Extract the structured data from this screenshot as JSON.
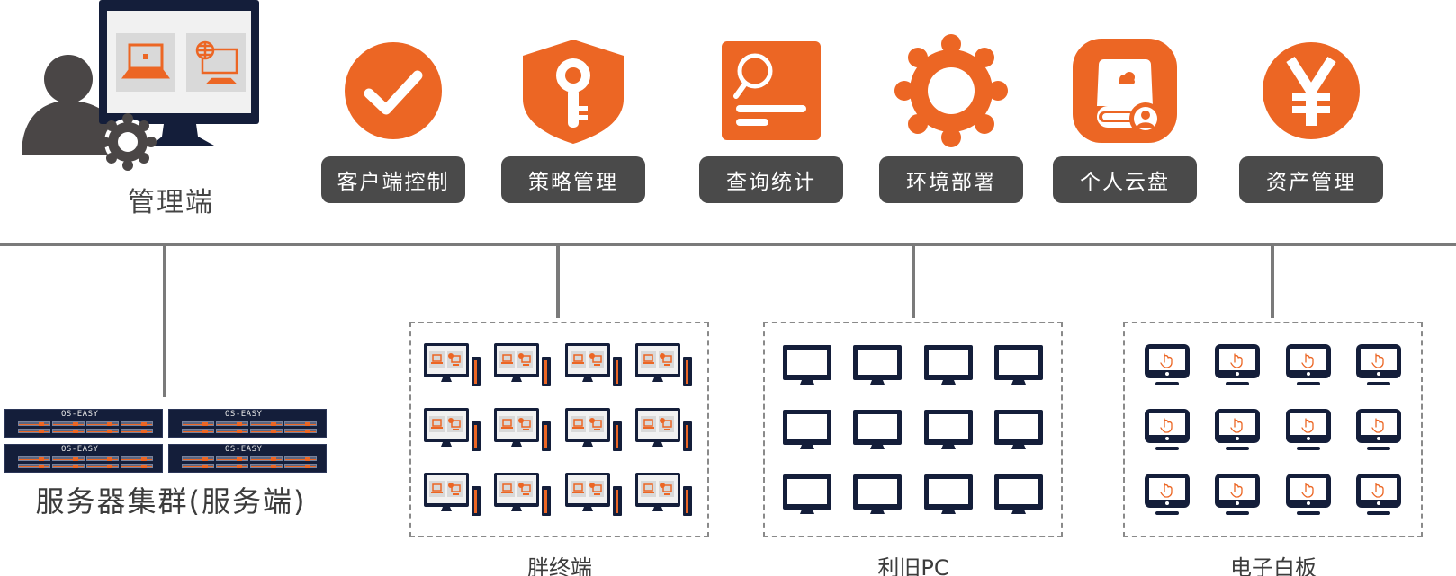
{
  "colors": {
    "accent_orange": "#ec6624",
    "navy": "#141e3a",
    "pill_bg": "#4a4a4a",
    "line_gray": "#7a7a7a",
    "person_gray": "#4a4646"
  },
  "admin": {
    "label": "管理端",
    "icons": [
      "user-icon",
      "gear-icon",
      "monitor-icon",
      "laptop-lock-icon",
      "globe-monitor-icon"
    ]
  },
  "features": [
    {
      "label": "客户端控制",
      "icon": "check-circle-icon"
    },
    {
      "label": "策略管理",
      "icon": "shield-key-icon"
    },
    {
      "label": "查询统计",
      "icon": "search-report-icon"
    },
    {
      "label": "环境部署",
      "icon": "gear-icon"
    },
    {
      "label": "个人云盘",
      "icon": "cloud-drive-icon"
    },
    {
      "label": "资产管理",
      "icon": "yen-icon"
    }
  ],
  "servers": {
    "label": "服务器集群(服务端)",
    "brand": "OS-EASY",
    "count": 4
  },
  "groups": [
    {
      "label": "胖终端",
      "icon": "fat-client-icon",
      "count": 12
    },
    {
      "label": "利旧PC",
      "icon": "monitor-icon",
      "count": 12
    },
    {
      "label": "电子白板",
      "icon": "touch-screen-icon",
      "count": 12
    }
  ]
}
